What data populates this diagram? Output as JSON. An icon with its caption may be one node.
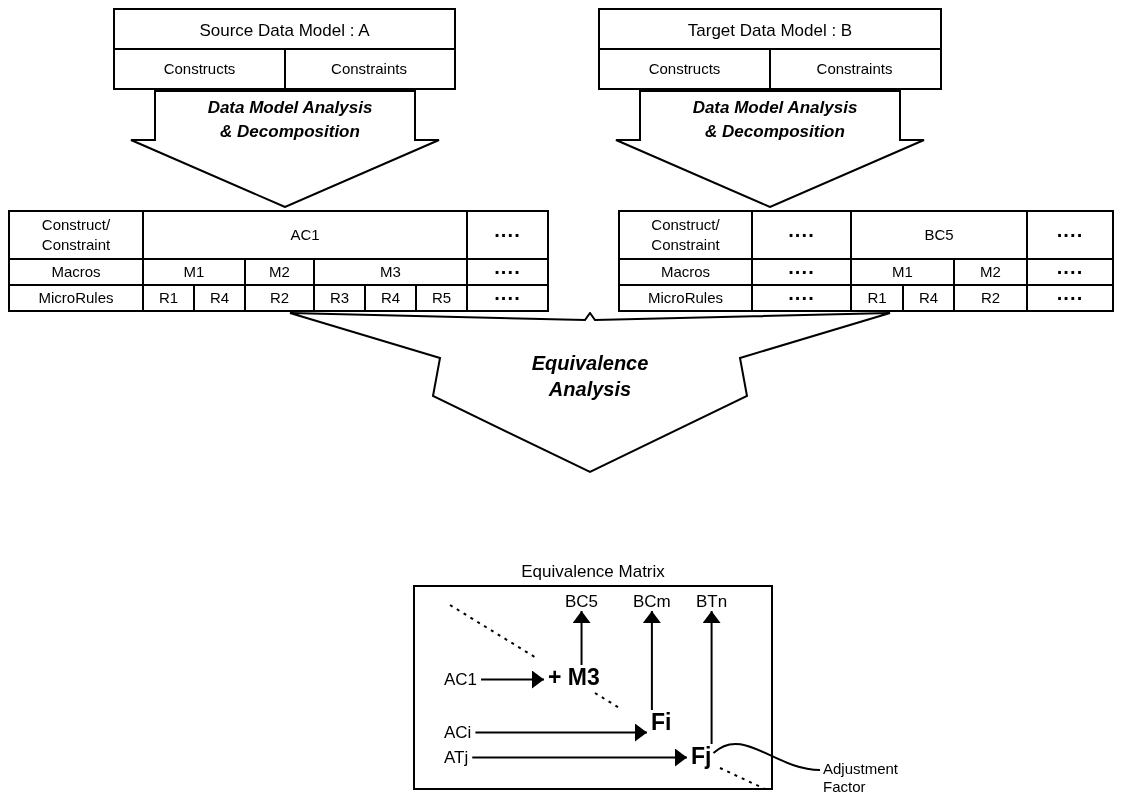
{
  "diagram": {
    "nodes": [
      {
        "text": [
          "Source Data Model : A"
        ]
      },
      {
        "text": [
          "Constructs"
        ],
        "in": 0
      },
      {
        "text": [
          "Constraints"
        ],
        "in": 0
      },
      {
        "text": [
          "Target Data Model : B"
        ]
      },
      {
        "text": [
          "Constructs"
        ],
        "in": 3
      },
      {
        "text": [
          "Constraints"
        ],
        "in": 3
      },
      {
        "text": [
          "Data Model Analysis & Decomposition"
        ]
      },
      {
        "text": [
          "Data Model Analysis & Decomposition"
        ]
      },
      {
        "text": [
          "Equivalence Analysis"
        ]
      },
      {
        "text": [
          "Equivalence Matrix"
        ]
      },
      {
        "text": [
          "BC5"
        ],
        "in": 9
      },
      {
        "text": [
          "BCm"
        ],
        "in": 9
      },
      {
        "text": [
          "BTn"
        ],
        "in": 9
      },
      {
        "text": [
          "AC1"
        ],
        "in": 9
      },
      {
        "text": [
          "+ M3"
        ],
        "in": 9
      },
      {
        "text": [
          "ACi"
        ],
        "in": 9
      },
      {
        "text": [
          "Fi"
        ],
        "in": 9
      },
      {
        "text": [
          "ATj"
        ],
        "in": 9
      },
      {
        "text": [
          "Fj"
        ],
        "in": 9
      },
      {
        "text": [
          "Adjustment Factor"
        ]
      }
    ],
    "edges": [
      {
        "from": 13,
        "to": 14,
        "arrow": "to"
      },
      {
        "from": 14,
        "to": 10,
        "arrow": "to"
      },
      {
        "from": 15,
        "to": 16,
        "arrow": "to"
      },
      {
        "from": 16,
        "to": 11,
        "arrow": "to"
      },
      {
        "from": 17,
        "to": 18,
        "arrow": "to"
      },
      {
        "from": 18,
        "to": 12,
        "arrow": "to"
      },
      {
        "from": 19,
        "to": 18,
        "arrow": "none"
      }
    ],
    "labels": [
      "Construct/ Constraint",
      "AC1",
      "····",
      "Macros",
      "M1",
      "M2",
      "M3",
      "····",
      "MicroRules",
      "R1",
      "R4",
      "R2",
      "R3",
      "R4",
      "R5",
      "····",
      "Construct/ Constraint",
      "····",
      "BC5",
      "····",
      "Macros",
      "····",
      "M1",
      "M2",
      "····",
      "MicroRules",
      "····",
      "R1",
      "R4",
      "R2",
      "····"
    ]
  }
}
